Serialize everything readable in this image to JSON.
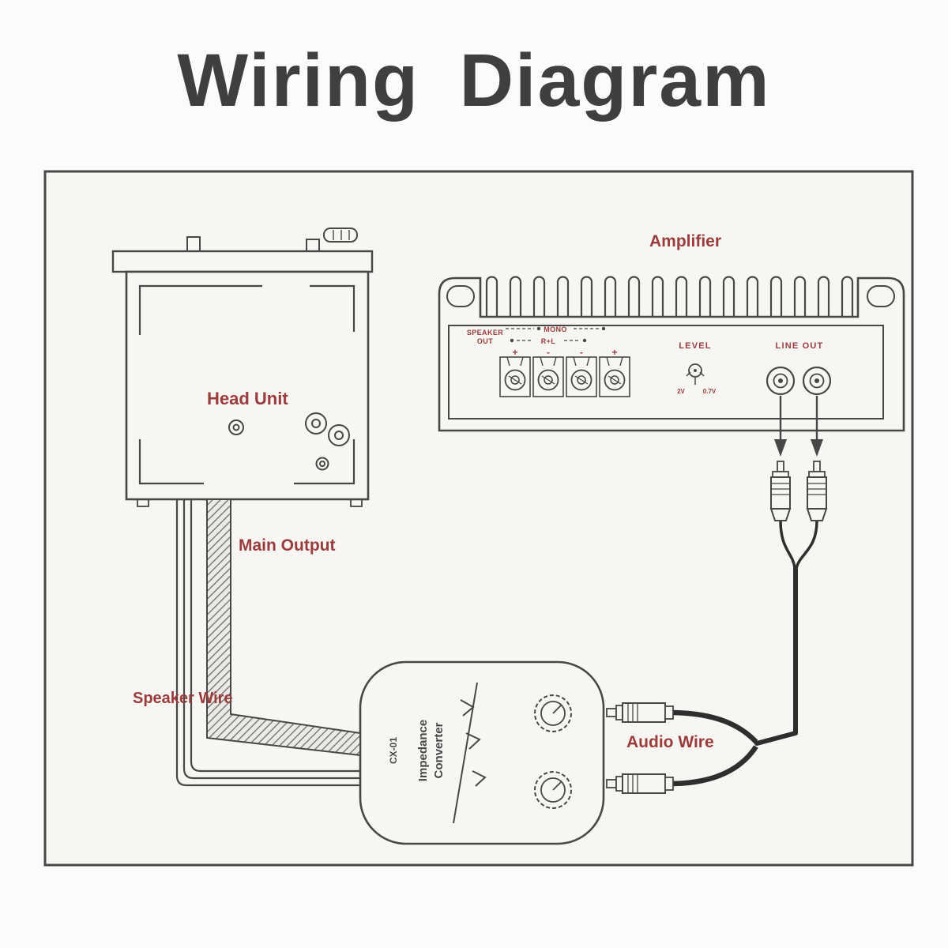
{
  "title": "Wiring Diagram",
  "labels": {
    "head_unit": "Head Unit",
    "amplifier": "Amplifier",
    "main_output": "Main Output",
    "speaker_wire": "Speaker Wire",
    "audio_wire": "Audio Wire"
  },
  "amplifier_panel": {
    "speaker": "SPEAKER",
    "out": "OUT",
    "mono": "MONO",
    "channels": "R+L",
    "terminal_marks": [
      "+",
      "-",
      "-",
      "+"
    ],
    "level": "LEVEL",
    "level_min": "2V",
    "level_max": "0.7V",
    "line_out": "LINE OUT"
  },
  "converter": {
    "name_line1": "Impedance",
    "name_line2": "Converter",
    "model": "CX-01"
  },
  "colors": {
    "label": "#9a3c3c",
    "line": "#474747",
    "panel": "#f7f6f3",
    "page": "#fcfbf9",
    "cable": "#2e2e2e",
    "title": "#3f3f3f"
  }
}
